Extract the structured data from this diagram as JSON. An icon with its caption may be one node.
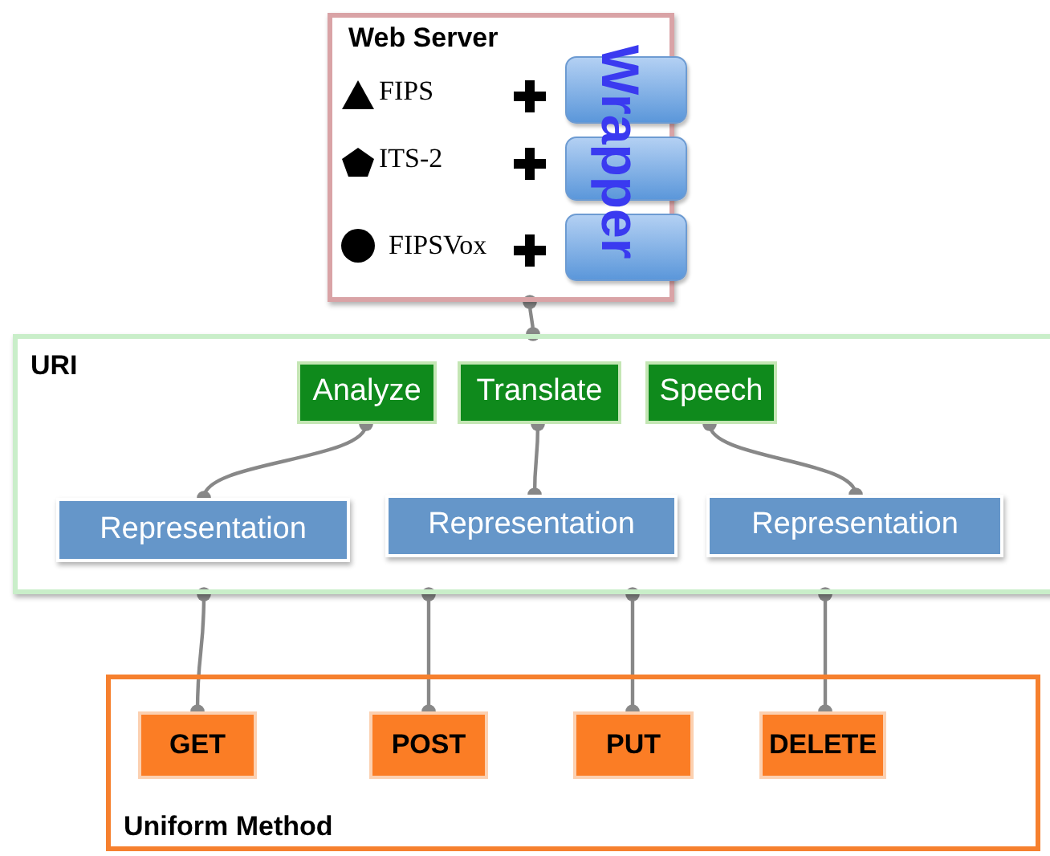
{
  "diagram": {
    "nodes": [
      {
        "text": [
          "Web Server"
        ]
      },
      {
        "text": [],
        "shape": "box",
        "in": 0
      },
      {
        "text": [],
        "shape": "box",
        "in": 0
      },
      {
        "text": [],
        "shape": "box",
        "in": 0
      },
      {
        "text": [
          "URI"
        ]
      },
      {
        "text": [
          "Analyze"
        ],
        "in": 4
      },
      {
        "text": [
          "Translate"
        ],
        "in": 4
      },
      {
        "text": [
          "Speech"
        ],
        "in": 4
      },
      {
        "text": [
          "Representation"
        ],
        "in": 4
      },
      {
        "text": [
          "Representation"
        ],
        "in": 4
      },
      {
        "text": [
          "Representation"
        ],
        "in": 4
      },
      {
        "text": [
          "Uniform Method"
        ]
      },
      {
        "text": [
          "GET"
        ],
        "in": 11
      },
      {
        "text": [
          "POST"
        ],
        "in": 11
      },
      {
        "text": [
          "PUT"
        ],
        "in": 11
      },
      {
        "text": [
          "DELETE"
        ],
        "in": 11
      }
    ],
    "edges": [
      {
        "from": 0,
        "to": 4,
        "arrow": "other"
      },
      {
        "from": 5,
        "to": 8,
        "arrow": "other"
      },
      {
        "from": 6,
        "to": 9,
        "arrow": "other"
      },
      {
        "from": 7,
        "to": 10,
        "arrow": "other"
      },
      {
        "from": 4,
        "to": 12,
        "arrow": "other"
      },
      {
        "from": 4,
        "to": 13,
        "arrow": "other"
      },
      {
        "from": 4,
        "to": 14,
        "arrow": "other"
      },
      {
        "from": 4,
        "to": 15,
        "arrow": "other"
      }
    ],
    "labels": [
      "FIPS",
      "ITS-2",
      "FIPSVox",
      "Wrapper"
    ]
  }
}
